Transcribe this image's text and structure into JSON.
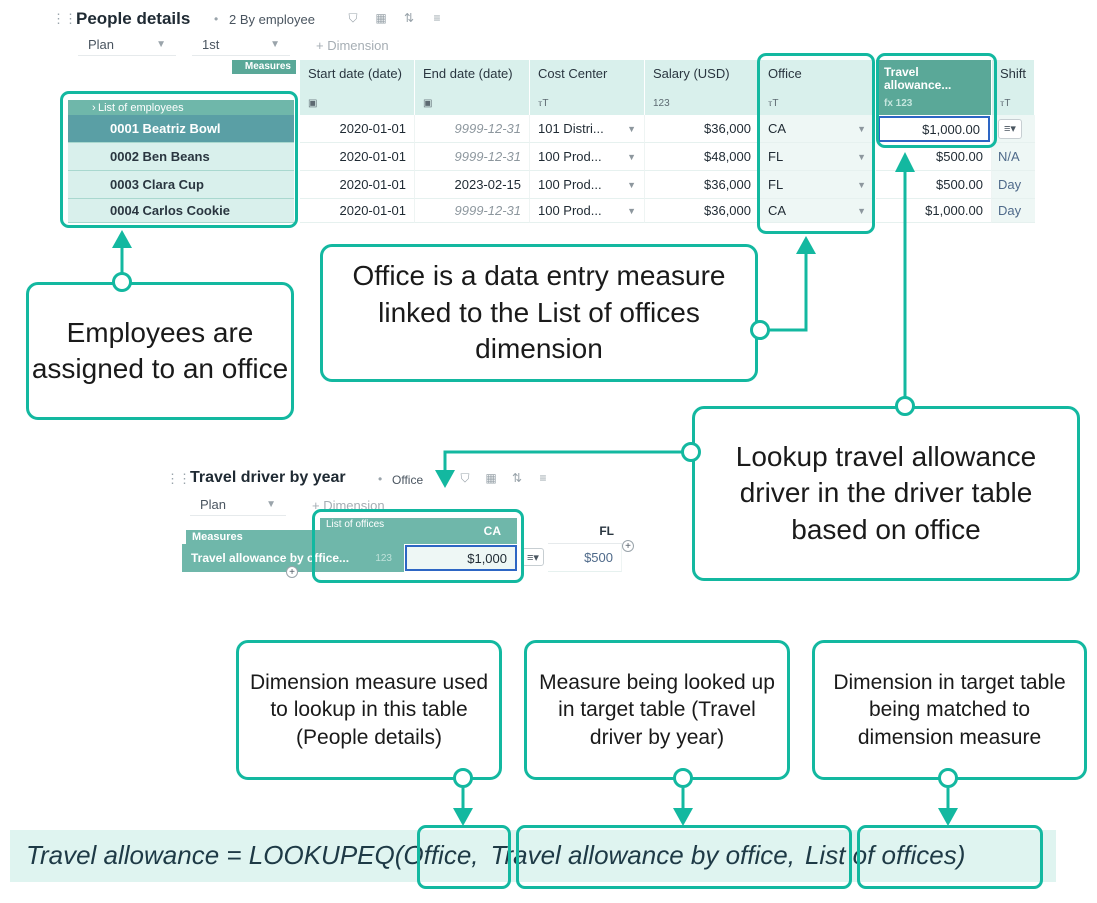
{
  "people_table": {
    "title": "People details",
    "subtitle": "2 By employee",
    "filters": {
      "plan": "Plan",
      "period": "1st",
      "add_dimension": "+ Dimension"
    },
    "measures_tag": "Measures",
    "row_dimension_label": "List of employees",
    "columns": [
      {
        "label": "Start date (date)",
        "type_icon": "calendar-icon"
      },
      {
        "label": "End date (date)",
        "type_icon": "calendar-icon"
      },
      {
        "label": "Cost Center",
        "type_icon": "text-type-icon"
      },
      {
        "label": "Salary (USD)",
        "type_icon": "123"
      },
      {
        "label": "Office",
        "type_icon": "text-type-icon"
      },
      {
        "label": "Travel allowance...",
        "type_icon": "fx 123"
      },
      {
        "label": "Shift",
        "type_icon": "text-type-icon"
      }
    ],
    "rows": [
      {
        "employee": "0001 Beatriz Bowl",
        "start": "2020-01-01",
        "end": "9999-12-31",
        "cost_center": "101 Distri...",
        "salary": "$36,000",
        "office": "CA",
        "travel": "$1,000.00",
        "shift": ""
      },
      {
        "employee": "0002 Ben Beans",
        "start": "2020-01-01",
        "end": "9999-12-31",
        "cost_center": "100 Prod...",
        "salary": "$48,000",
        "office": "FL",
        "travel": "$500.00",
        "shift": "N/A"
      },
      {
        "employee": "0003 Clara Cup",
        "start": "2020-01-01",
        "end": "2023-02-15",
        "cost_center": "100 Prod...",
        "salary": "$36,000",
        "office": "FL",
        "travel": "$500.00",
        "shift": "Day"
      },
      {
        "employee": "0004 Carlos Cookie",
        "start": "2020-01-01",
        "end": "9999-12-31",
        "cost_center": "100 Prod...",
        "salary": "$36,000",
        "office": "CA",
        "travel": "$1,000.00",
        "shift": "Day"
      }
    ]
  },
  "driver_table": {
    "title": "Travel driver by year",
    "subtitle": "Office",
    "filters": {
      "plan": "Plan",
      "add_dimension": "+ Dimension"
    },
    "measures_tag": "Measures",
    "column_dimension_label": "List of offices",
    "columns": [
      "CA",
      "FL"
    ],
    "row_label": "Travel allowance by office...",
    "row_type": "123",
    "values": [
      "$1,000",
      "$500"
    ]
  },
  "callouts": {
    "employees": "Employees are assigned to an office",
    "office": "Office is a data entry measure linked to the List of offices dimension",
    "lookup": "Lookup travel allowance driver in the driver table based on office",
    "arg1": "Dimension measure used to lookup in this table (People details)",
    "arg2": "Measure being looked up in target table (Travel driver by year)",
    "arg3": "Dimension in target table being matched to dimension measure"
  },
  "formula": {
    "prefix": "Travel allowance = LOOKUPEQ(",
    "arg1": "Office,",
    "arg2": "Travel allowance by office,",
    "arg3": "List of offices)"
  },
  "colors": {
    "accent": "#13b8a0",
    "header": "#d9f0ec",
    "dark_header": "#5aa898",
    "formula_bg": "#dff4f0"
  }
}
